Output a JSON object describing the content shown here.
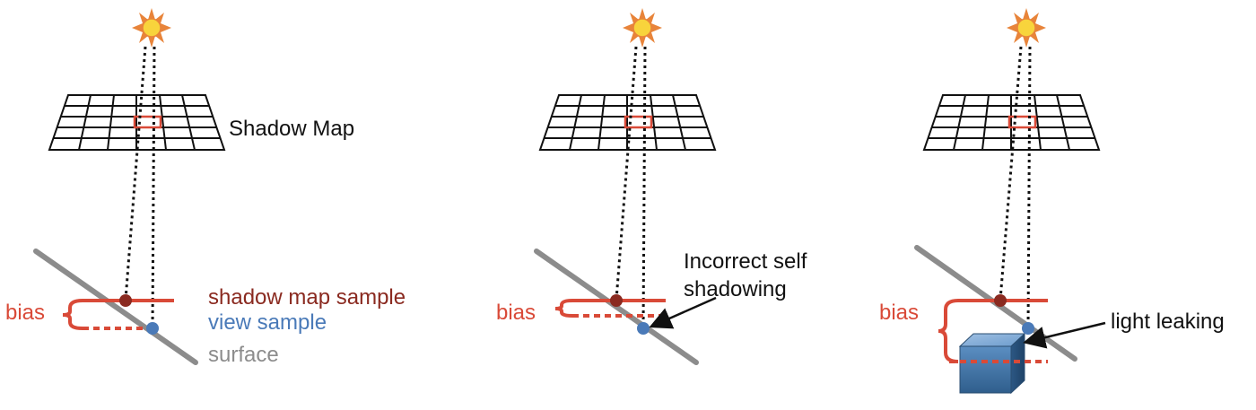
{
  "panels": [
    {
      "bias_label": "bias",
      "grid_label": "Shadow Map",
      "legend": {
        "shadow_map_sample": "shadow map sample",
        "view_sample": "view sample",
        "surface": "surface"
      }
    },
    {
      "bias_label": "bias",
      "annotation": "Incorrect self shadowing"
    },
    {
      "bias_label": "bias",
      "annotation": "light leaking"
    }
  ],
  "colors": {
    "bias_red": "#d94a38",
    "sample_dark_red": "#8a2a20",
    "view_blue": "#4a7ab8",
    "surface_gray": "#8c8c8c",
    "sun_orange": "#e8843a",
    "sun_yellow": "#f8d43c",
    "cube_blue": "#3e6f9e"
  }
}
